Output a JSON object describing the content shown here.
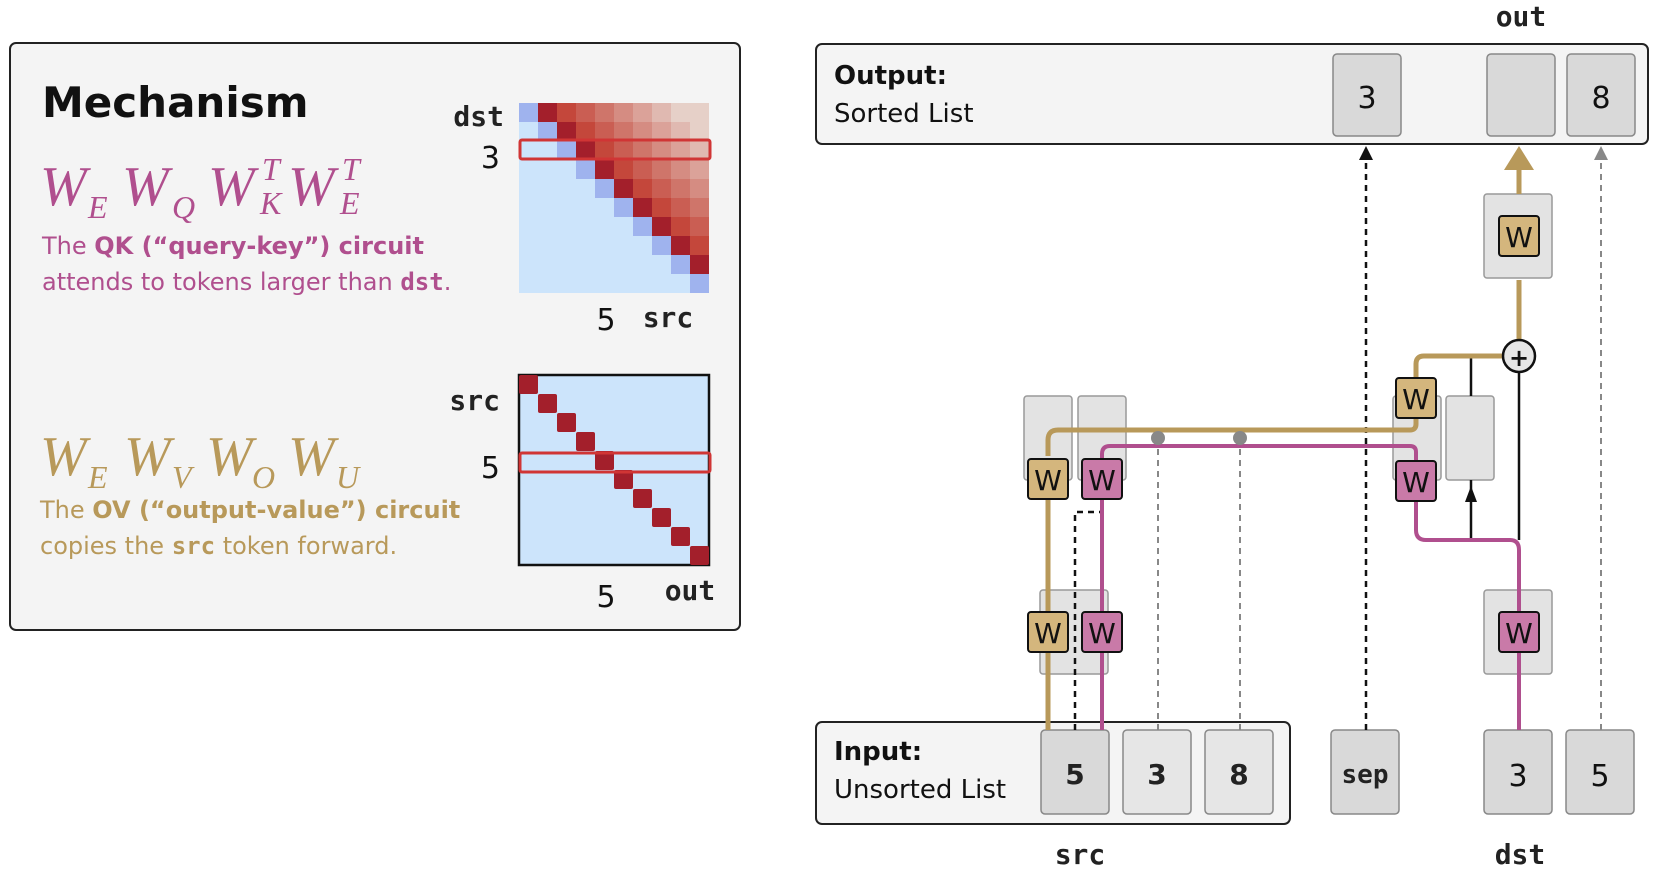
{
  "mechanism": {
    "title": "Mechanism",
    "qk": {
      "formula": [
        "W",
        "E",
        "W",
        "Q",
        "W",
        "T",
        "K",
        "W",
        "T",
        "E"
      ],
      "desc_pre": "The ",
      "desc_bold": "QK (“query-key”) circuit",
      "desc_line2_pre": "attends to tokens larger than ",
      "desc_line2_code": "dst",
      "desc_line2_post": ".",
      "matrix_row_label": "dst",
      "matrix_row_value": "3",
      "matrix_col_value": "5",
      "matrix_col_label": "src"
    },
    "ov": {
      "formula": [
        "W",
        "E",
        "W",
        "V",
        "W",
        "O",
        "W",
        "U"
      ],
      "desc_pre": "The ",
      "desc_bold": "OV (“output-value”) circuit",
      "desc_line2_pre": "copies the ",
      "desc_line2_code": "src",
      "desc_line2_post": " token forward.",
      "matrix_row_label": "src",
      "matrix_row_value": "5",
      "matrix_col_value": "5",
      "matrix_col_label": "out"
    }
  },
  "output": {
    "title": "Output:",
    "subtitle": "Sorted List",
    "tokens": [
      "3",
      "",
      "8"
    ],
    "top_label": "out"
  },
  "input": {
    "title": "Input:",
    "subtitle": "Unsorted List",
    "tokens": [
      "5",
      "3",
      "8"
    ],
    "sep": "sep",
    "dst_tokens": [
      "3",
      "5"
    ],
    "src_label": "src",
    "dst_label": "dst"
  },
  "weight_label": "W",
  "plus": "+",
  "colors": {
    "qk": "#b04f8e",
    "ov": "#b8995a",
    "w_gold": "#d4b67d",
    "w_pink": "#c97aa8",
    "panel_bg": "#f4f4f4",
    "box_bg": "#e6e6e6",
    "matrix_bg": "#cce4fb",
    "highlight": "#d03535"
  }
}
